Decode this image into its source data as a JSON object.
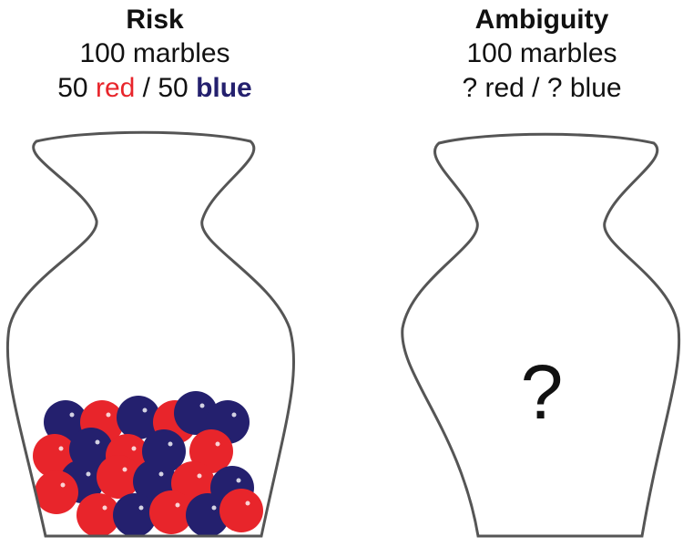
{
  "risk": {
    "title": "Risk",
    "count_line": "100 marbles",
    "num_a": "50",
    "color_a": "red",
    "separator": " / ",
    "num_b": "50",
    "color_b": "blue"
  },
  "ambiguity": {
    "title": "Ambiguity",
    "count_line": "100 marbles",
    "ratio_line": "? red / ? blue",
    "center_mark": "?"
  },
  "colors": {
    "red_marble": "#e8252b",
    "blue_marble": "#24206e",
    "outline": "#555555"
  },
  "marbles": [
    {
      "color": "blue"
    },
    {
      "color": "red"
    },
    {
      "color": "blue"
    },
    {
      "color": "red"
    },
    {
      "color": "blue"
    },
    {
      "color": "blue"
    },
    {
      "color": "red"
    },
    {
      "color": "blue"
    },
    {
      "color": "red"
    },
    {
      "color": "blue"
    },
    {
      "color": "red"
    },
    {
      "color": "blue"
    },
    {
      "color": "red"
    },
    {
      "color": "blue"
    },
    {
      "color": "red"
    },
    {
      "color": "blue"
    },
    {
      "color": "red"
    },
    {
      "color": "red"
    },
    {
      "color": "blue"
    },
    {
      "color": "red"
    },
    {
      "color": "blue"
    },
    {
      "color": "red"
    }
  ]
}
